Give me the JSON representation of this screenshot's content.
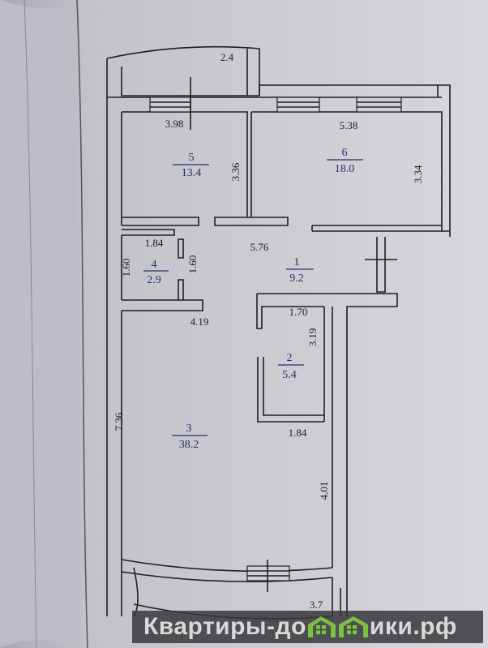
{
  "rooms": [
    {
      "number": "5",
      "area": "13.4"
    },
    {
      "number": "6",
      "area": "18.0"
    },
    {
      "number": "4",
      "area": "2.9"
    },
    {
      "number": "1",
      "area": "9.2"
    },
    {
      "number": "2",
      "area": "5.4"
    },
    {
      "number": "3",
      "area": "38.2"
    }
  ],
  "dimensions": {
    "balcony_top": "2.4",
    "room5_width": "3.98",
    "room6_width": "5.38",
    "room5_depth": "3.36",
    "room6_depth": "3.34",
    "room4_width": "1.84",
    "room4_left": "1.60",
    "room4_right": "1.60",
    "corridor_width": "5.76",
    "room3_width": "4.19",
    "room2_width": "1.70",
    "room2_depth": "3.19",
    "room3_depth": "7.36",
    "room2_bottom": "1.84",
    "room3_right": "4.01",
    "balcony_bottom": "3.7"
  },
  "watermark": {
    "text_left": "Квартиры-до",
    "text_right": "ики.рф",
    "logo_color": "#7dc142"
  }
}
